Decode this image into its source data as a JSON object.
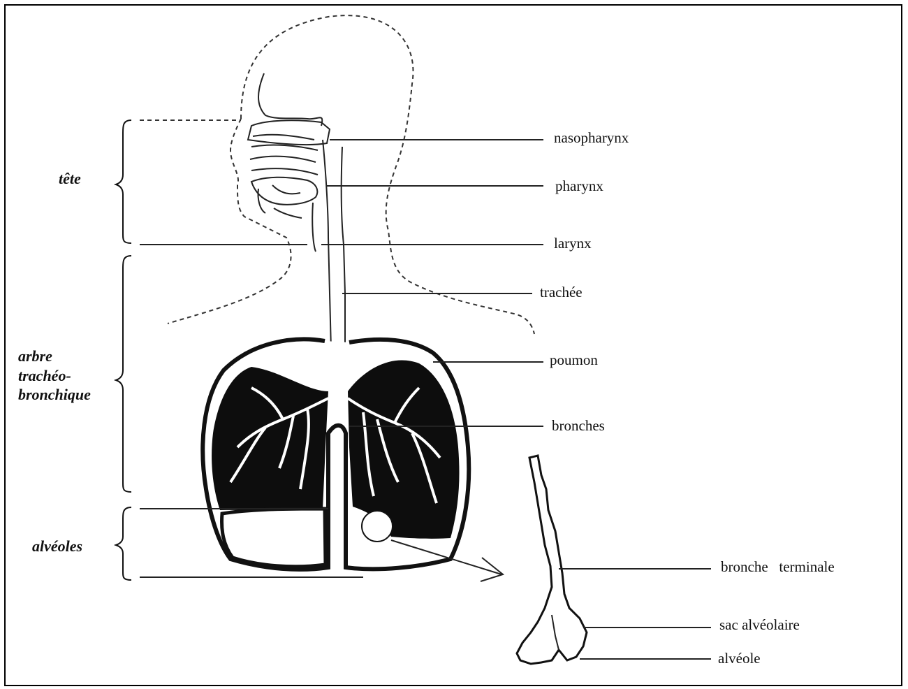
{
  "regions": {
    "tete": "tête",
    "arbre": [
      "arbre",
      "trachéo-",
      "bronchique"
    ],
    "alveoles": "alvéoles"
  },
  "labels": {
    "nasopharynx": "nasopharynx",
    "pharynx": "pharynx",
    "larynx": "larynx",
    "trachee": "trachée",
    "poumon": "poumon",
    "bronches": "bronches",
    "bronche_terminale": "bronche   terminale",
    "sac_alveolaire": "sac alvéolaire",
    "alveole": "alvéole"
  },
  "colors": {
    "ink": "#111111",
    "background": "#ffffff"
  }
}
